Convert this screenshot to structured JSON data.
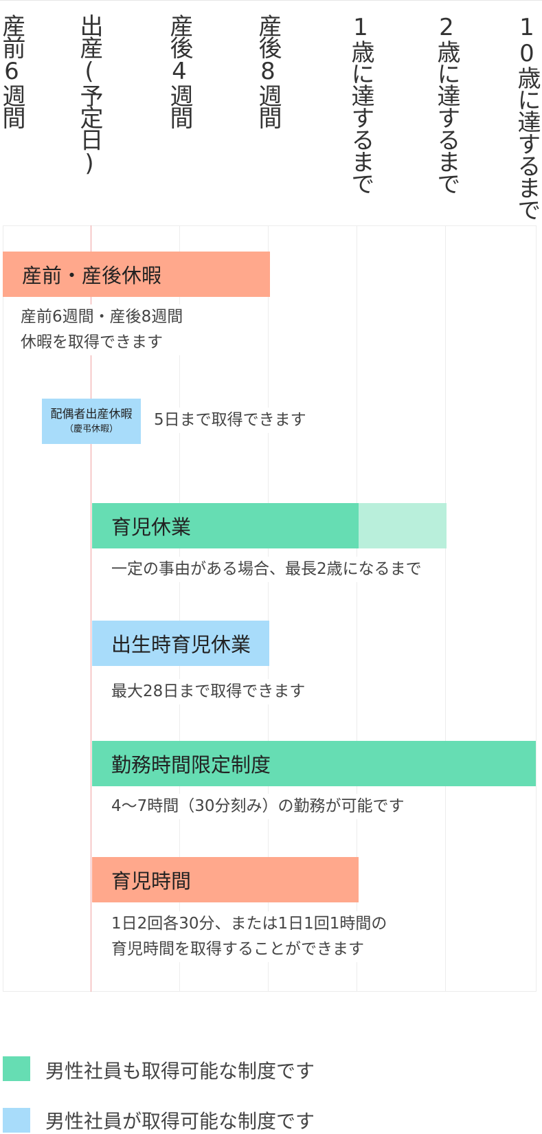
{
  "columns": [
    {
      "label": "産前6週間"
    },
    {
      "label": "出産(予定日)"
    },
    {
      "label": "産後4週間"
    },
    {
      "label": "産後8週間"
    },
    {
      "label": "1歳に達するまで"
    },
    {
      "label": "2歳に達するまで"
    },
    {
      "label": "10歳に達するまで"
    }
  ],
  "rows": {
    "maternity": {
      "title": "産前・産後休暇",
      "desc_line1": "産前6週間・産後8週間",
      "desc_line2": "休暇を取得できます"
    },
    "spouse": {
      "box_line1": "配偶者出産休暇",
      "box_line2": "（慶弔休暇）",
      "desc": "5日まで取得できます"
    },
    "childcare_leave": {
      "title": "育児休業",
      "desc": "一定の事由がある場合、最長2歳になるまで"
    },
    "birth_leave": {
      "title": "出生時育児休業",
      "desc": "最大28日まで取得できます"
    },
    "short_time": {
      "title": "勤務時間限定制度",
      "desc": "4〜7時間（30分刻み）の勤務が可能です"
    },
    "childcare_time": {
      "title": "育児時間",
      "desc_line1": "1日2回各30分、または1日1回1時間の",
      "desc_line2": "育児時間を取得することができます"
    }
  },
  "legend": [
    {
      "color": "#66ddb3",
      "text": "男性社員も取得可能な制度です"
    },
    {
      "color": "#a8dcfa",
      "text": "男性社員が取得可能な制度です"
    }
  ],
  "colors": {
    "salmon": "#ffa88c",
    "green": "#66ddb3",
    "light_green": "#b9efdb",
    "blue": "#a8dcfa",
    "birth_line": "#f0a0a0"
  }
}
